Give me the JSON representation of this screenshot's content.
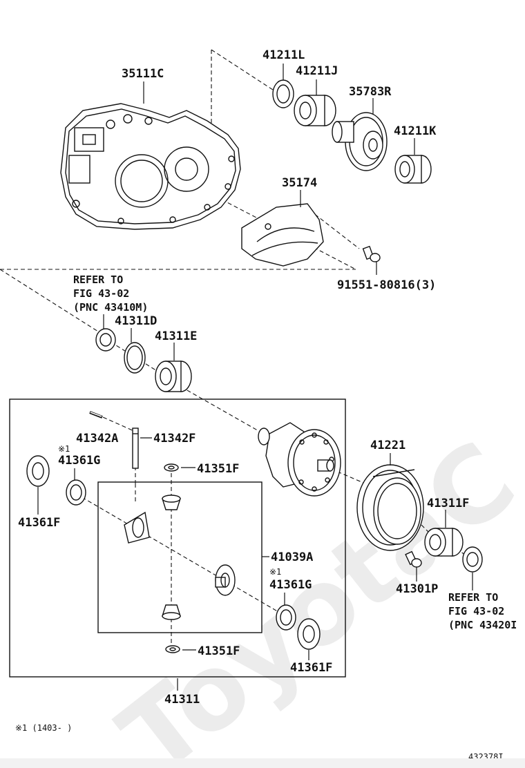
{
  "watermark": "ToyotaC",
  "labels": {
    "p35111C": "35111C",
    "p41211L": "41211L",
    "p41211J": "41211J",
    "p35783R": "35783R",
    "p41211K": "41211K",
    "p35174": "35174",
    "p91551": "91551-80816(3)",
    "p41311D": "41311D",
    "p41311E": "41311E",
    "p41342A": "41342A",
    "p41342F": "41342F",
    "p41361G_a": "41361G",
    "p41351F_a": "41351F",
    "p41361F_a": "41361F",
    "p41039A": "41039A",
    "p41361G_b": "41361G",
    "p41351F_b": "41351F",
    "p41361F_b": "41361F",
    "p41311": "41311",
    "p41221": "41221",
    "p41311F": "41311F",
    "p41301P": "41301P"
  },
  "refers": {
    "left": [
      "REFER TO",
      "FIG 43-02",
      "(PNC 43410M)"
    ],
    "right": [
      "REFER TO",
      "FIG 43-02",
      "(PNC 43420I"
    ]
  },
  "marks": {
    "mark_a": "※1",
    "mark_b": "※1"
  },
  "footnote": "※1 (1403-      )",
  "figure_code": "432378I"
}
